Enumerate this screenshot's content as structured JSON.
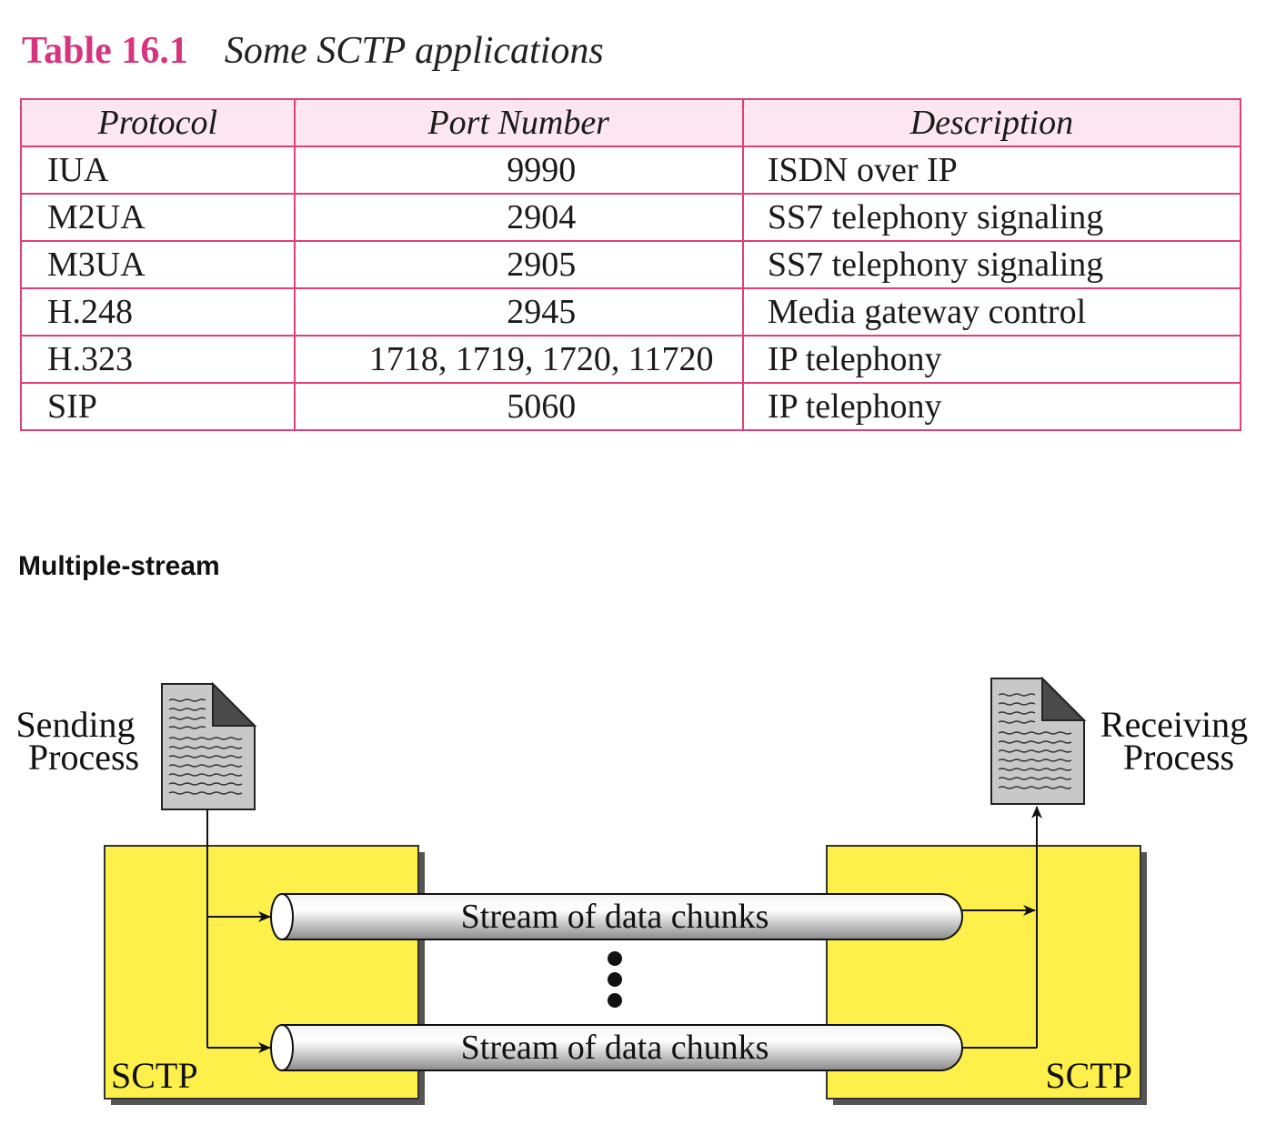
{
  "table": {
    "number": "Table 16.1",
    "title": "Some SCTP applications",
    "headers": [
      "Protocol",
      "Port Number",
      "Description"
    ],
    "rows": [
      [
        "IUA",
        "9990",
        "ISDN over IP"
      ],
      [
        "M2UA",
        "2904",
        "SS7 telephony signaling"
      ],
      [
        "M3UA",
        "2905",
        "SS7 telephony signaling"
      ],
      [
        "H.248",
        "2945",
        "Media gateway control"
      ],
      [
        "H.323",
        "1718, 1719, 1720, 11720",
        "IP telephony"
      ],
      [
        "SIP",
        "5060",
        "IP telephony"
      ]
    ]
  },
  "section_heading": "Multiple-stream",
  "figure": {
    "sender": {
      "line1": "Sending",
      "line2": "Process"
    },
    "receiver": {
      "line1": "Receiving",
      "line2": "Process"
    },
    "sctp_left": "SCTP",
    "sctp_right": "SCTP",
    "stream_top": "Stream of data chunks",
    "stream_bottom": "Stream of data chunks",
    "icons": [
      "document-icon",
      "document-icon"
    ],
    "colors": {
      "sctp_box": "#fef04a",
      "table_border": "#e0407a",
      "table_header": "#fce6ef",
      "caption_number": "#d6347e"
    }
  }
}
